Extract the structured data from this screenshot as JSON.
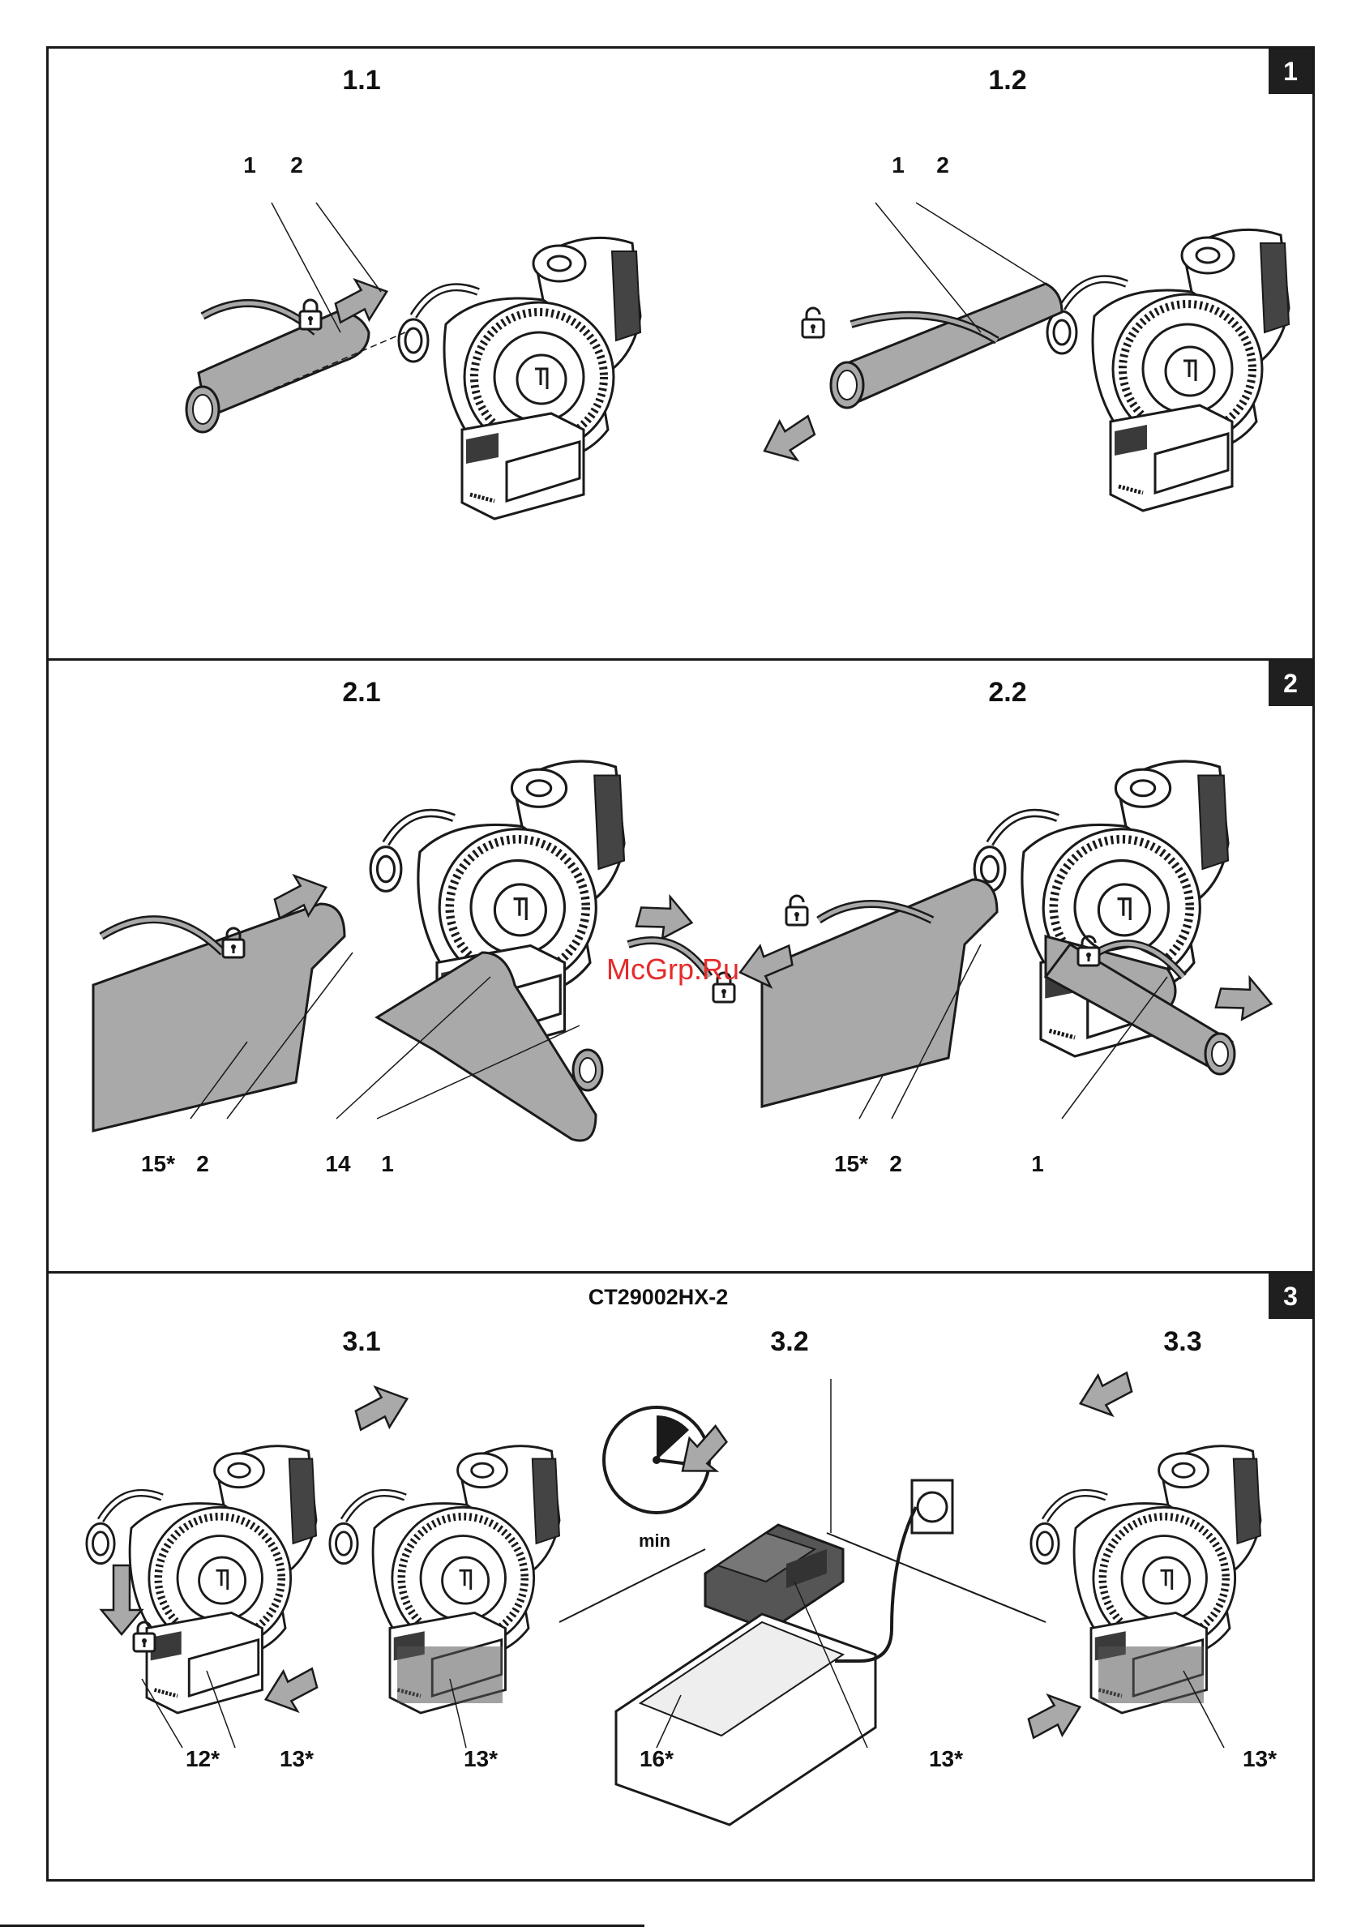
{
  "sections": [
    {
      "badge": "1",
      "panels": [
        {
          "title": "1.1",
          "labels": [
            "1",
            "2"
          ]
        },
        {
          "title": "1.2",
          "labels": [
            "1",
            "2"
          ]
        }
      ]
    },
    {
      "badge": "2",
      "panels": [
        {
          "title": "2.1",
          "labels": [
            "15*",
            "2",
            "14",
            "1"
          ]
        },
        {
          "title": "2.2",
          "labels": [
            "15*",
            "2",
            "1"
          ]
        }
      ]
    },
    {
      "badge": "3",
      "model": "CT29002HX-2",
      "panels": [
        {
          "title": "3.1",
          "labels": [
            "12*",
            "13*",
            "13*"
          ]
        },
        {
          "title": "3.2",
          "labels": [
            "16*",
            "13*"
          ],
          "timer_text": "min"
        },
        {
          "title": "3.3",
          "labels": [
            "13*"
          ]
        }
      ]
    }
  ],
  "watermark": "McGrp.Ru",
  "colors": {
    "ink": "#1a1a1a",
    "part_gray": "#a9a9a9",
    "dark_gray": "#555555",
    "watermark": "#e52b2b"
  }
}
